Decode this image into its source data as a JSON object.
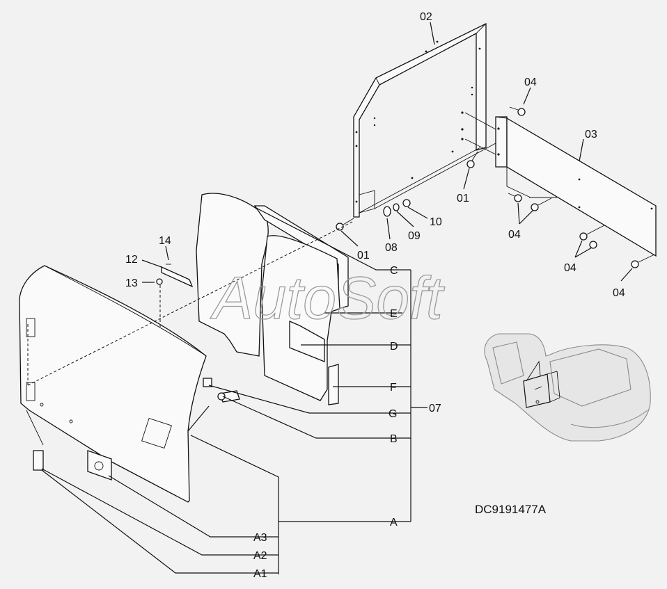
{
  "diagram": {
    "drawing_code": "DC9191477A",
    "watermark": "AutoSoft",
    "callouts": {
      "c01a": "01",
      "c01b": "01",
      "c02": "02",
      "c03": "03",
      "c04a": "04",
      "c04b": "04",
      "c04c": "04",
      "c04d": "04",
      "c07": "07",
      "c08": "08",
      "c09": "09",
      "c10": "10",
      "c12": "12",
      "c13": "13",
      "c14": "14",
      "cA": "A",
      "cA1": "A1",
      "cA2": "A2",
      "cA3": "A3",
      "cB": "B",
      "cC": "C",
      "cD": "D",
      "cE": "E",
      "cF": "F",
      "cG": "G"
    }
  }
}
